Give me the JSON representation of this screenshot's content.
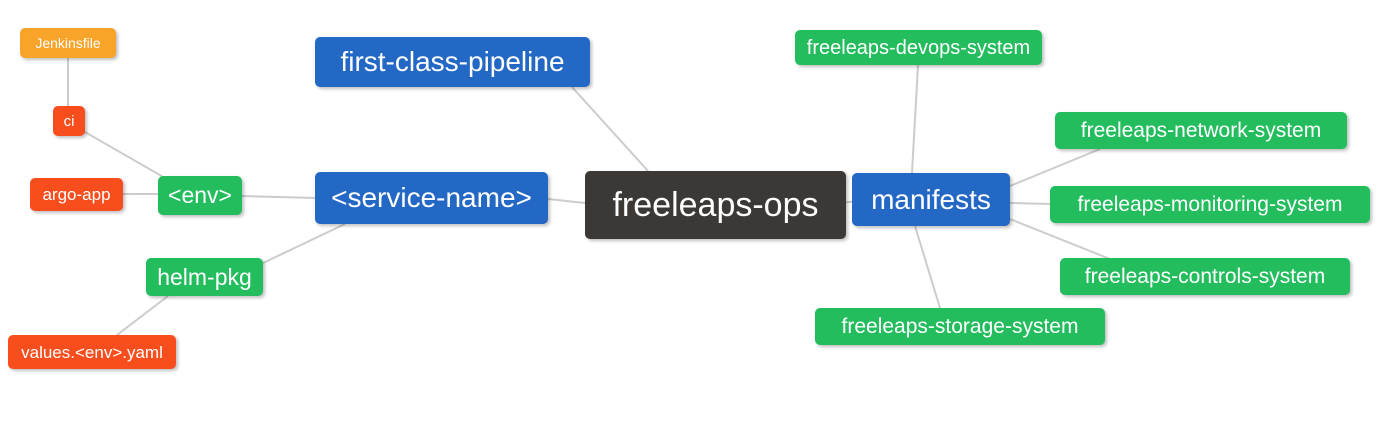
{
  "diagram": {
    "type": "mindmap",
    "root": "freeleaps-ops",
    "nodes": [
      {
        "id": "jenkinsfile",
        "label": "Jenkinsfile",
        "color_key": "amber"
      },
      {
        "id": "ci",
        "label": "ci",
        "color_key": "red_orange"
      },
      {
        "id": "argo-app",
        "label": "argo-app",
        "color_key": "red_orange"
      },
      {
        "id": "env",
        "label": "<env>",
        "color_key": "green"
      },
      {
        "id": "helm-pkg",
        "label": "helm-pkg",
        "color_key": "green"
      },
      {
        "id": "values-env-yaml",
        "label": "values.<env>.yaml",
        "color_key": "red_orange"
      },
      {
        "id": "first-class-pipeline",
        "label": "first-class-pipeline",
        "color_key": "blue"
      },
      {
        "id": "service-name",
        "label": "<service-name>",
        "color_key": "blue"
      },
      {
        "id": "freeleaps-ops",
        "label": "freeleaps-ops",
        "color_key": "dark"
      },
      {
        "id": "manifests",
        "label": "manifests",
        "color_key": "blue"
      },
      {
        "id": "freeleaps-devops-system",
        "label": "freeleaps-devops-system",
        "color_key": "green"
      },
      {
        "id": "freeleaps-network-system",
        "label": "freeleaps-network-system",
        "color_key": "green"
      },
      {
        "id": "freeleaps-monitoring-system",
        "label": "freeleaps-monitoring-system",
        "color_key": "green"
      },
      {
        "id": "freeleaps-controls-system",
        "label": "freeleaps-controls-system",
        "color_key": "green"
      },
      {
        "id": "freeleaps-storage-system",
        "label": "freeleaps-storage-system",
        "color_key": "green"
      }
    ],
    "edges": [
      [
        "jenkinsfile",
        "ci"
      ],
      [
        "ci",
        "env"
      ],
      [
        "argo-app",
        "env"
      ],
      [
        "env",
        "service-name"
      ],
      [
        "helm-pkg",
        "service-name"
      ],
      [
        "values-env-yaml",
        "helm-pkg"
      ],
      [
        "first-class-pipeline",
        "freeleaps-ops"
      ],
      [
        "service-name",
        "freeleaps-ops"
      ],
      [
        "freeleaps-ops",
        "manifests"
      ],
      [
        "manifests",
        "freeleaps-devops-system"
      ],
      [
        "manifests",
        "freeleaps-network-system"
      ],
      [
        "manifests",
        "freeleaps-monitoring-system"
      ],
      [
        "manifests",
        "freeleaps-controls-system"
      ],
      [
        "manifests",
        "freeleaps-storage-system"
      ]
    ]
  },
  "colors": {
    "blue": "#2368c4",
    "green": "#23bd5e",
    "red_orange": "#f84d1d",
    "amber": "#f8a42b",
    "dark": "#3b3836",
    "edge": "#cccccc",
    "node_text": "#ffffff",
    "background": "#ffffff"
  }
}
